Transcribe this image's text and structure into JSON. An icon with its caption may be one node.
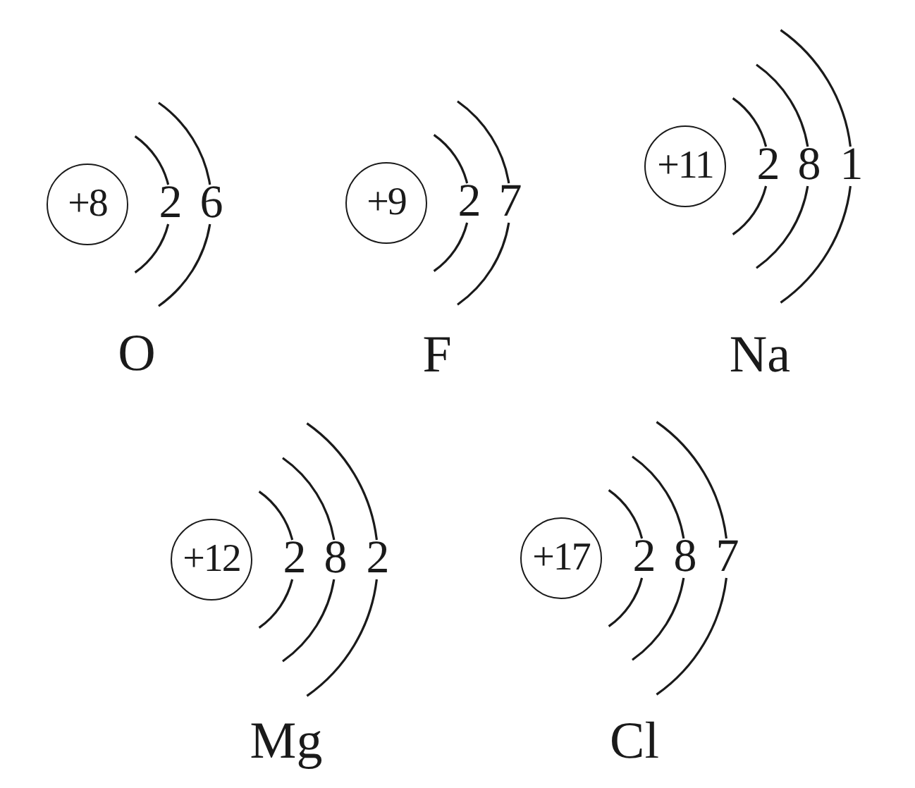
{
  "diagram": {
    "nodes": [
      {
        "text": [
          "+8"
        ],
        "beside": [
          "2",
          "6",
          "O"
        ]
      },
      {
        "text": [
          "+9"
        ],
        "beside": [
          "2",
          "7",
          "F"
        ]
      },
      {
        "text": [
          "+11"
        ],
        "beside": [
          "2",
          "8",
          "1",
          "Na"
        ]
      },
      {
        "text": [
          "+12"
        ],
        "beside": [
          "2",
          "8",
          "2",
          "Mg"
        ]
      },
      {
        "text": [
          "+17"
        ],
        "beside": [
          "2",
          "8",
          "7",
          "Cl"
        ]
      }
    ]
  }
}
